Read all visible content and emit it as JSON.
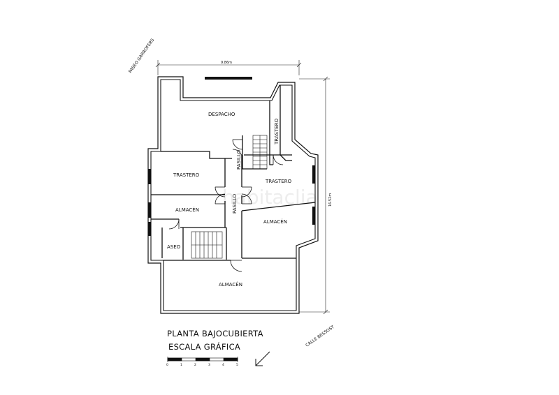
{
  "streets": {
    "north": "PASEO GARROFERS",
    "south": "CALLE BESSOST"
  },
  "dimensions": {
    "width": "9.86m",
    "height": "16.52m"
  },
  "rooms": {
    "despacho": "DESPACHO",
    "pasillo_upper": "PASILLO",
    "trastero_vertical": "TRASTERO",
    "trastero_left": "TRASTERO",
    "trastero_right": "TRASTERO",
    "almacen_left": "ALMACÉN",
    "pasillo_center": "PASILLO",
    "almacen_right": "ALMACÉN",
    "aseo": "ASEO",
    "almacen_bottom": "ALMACÉN"
  },
  "caption": {
    "title": "PLANTA BAJOCUBIERTA",
    "scale_label": "ESCALA GRÁFICA"
  },
  "scale_ticks": [
    "0",
    "1",
    "2",
    "3",
    "4",
    "5"
  ],
  "watermark": "habitaclia",
  "colors": {
    "wall": "#111111",
    "background": "#ffffff"
  }
}
